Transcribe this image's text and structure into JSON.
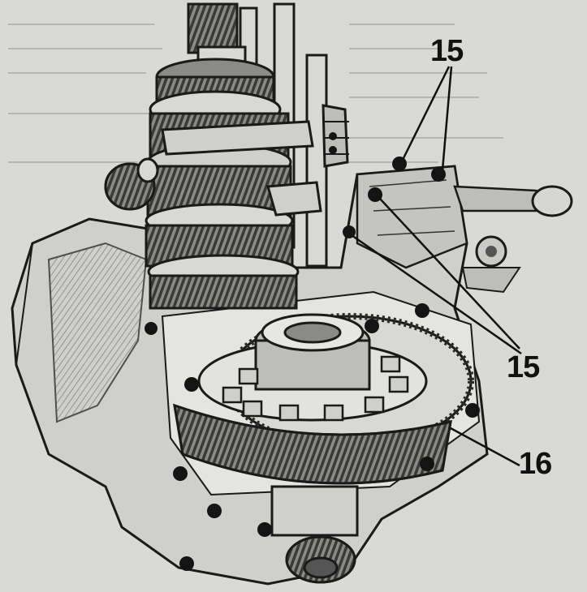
{
  "figure": {
    "callouts": [
      {
        "id": "15-top",
        "text": "15"
      },
      {
        "id": "15-bottom",
        "text": "15"
      },
      {
        "id": "16",
        "text": "16"
      }
    ]
  },
  "colors": {
    "background": "#d9d9d6",
    "ink": "#111111",
    "housing": "#cfcfcb",
    "gear": "#8a8a86",
    "bolt": "#141414"
  }
}
